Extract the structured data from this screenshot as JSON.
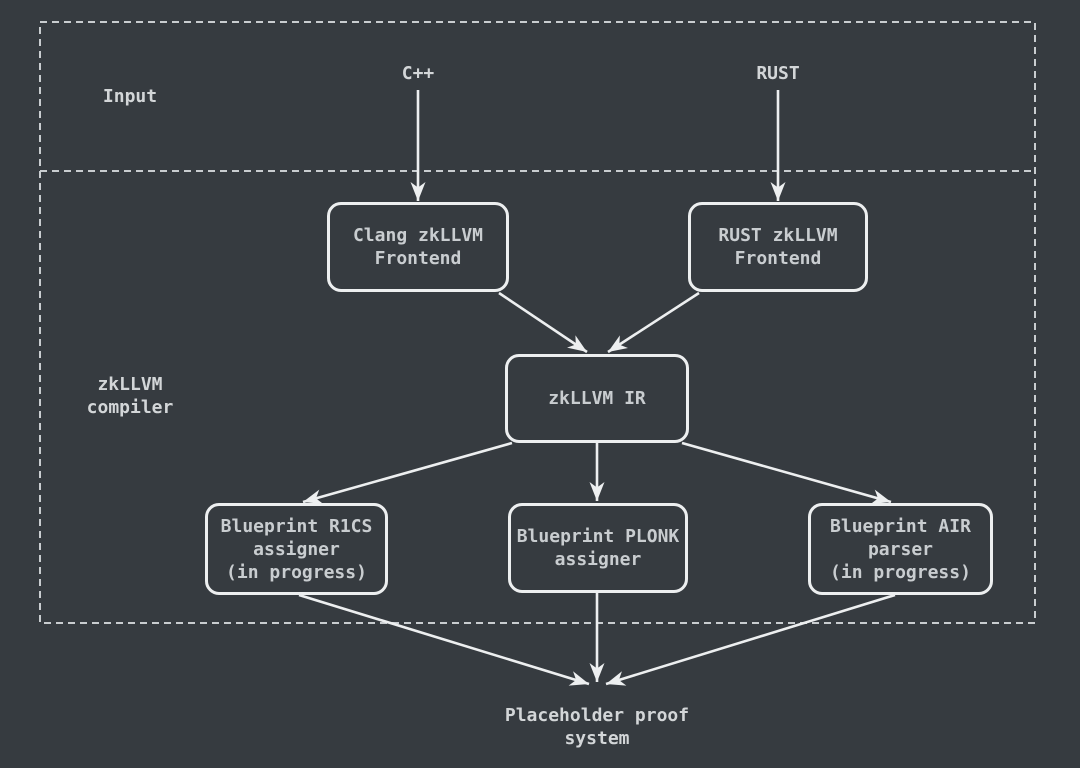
{
  "colors": {
    "background": "#363b40",
    "stroke": "#edeff0",
    "box_text": "#c9cdd0",
    "label_text": "#d3d6d8",
    "dashed_border": "#c9cdd0"
  },
  "regions": {
    "input": {
      "label": "Input"
    },
    "compiler": {
      "label": "zkLLVM\ncompiler"
    }
  },
  "nodes": {
    "cpp": {
      "label": "C++"
    },
    "rust": {
      "label": "RUST"
    },
    "clang_frontend": {
      "label": "Clang zkLLVM\nFrontend"
    },
    "rust_frontend": {
      "label": "RUST zkLLVM\nFrontend"
    },
    "zkllvm_ir": {
      "label": "zkLLVM IR"
    },
    "blueprint_r1cs": {
      "label": "Blueprint R1CS\nassigner\n(in progress)"
    },
    "blueprint_plonk": {
      "label": "Blueprint PLONK\nassigner"
    },
    "blueprint_air": {
      "label": "Blueprint AIR\nparser\n(in progress)"
    },
    "placeholder_proof": {
      "label": "Placeholder proof\nsystem"
    }
  },
  "edges": [
    {
      "from": "cpp",
      "to": "clang_frontend"
    },
    {
      "from": "rust",
      "to": "rust_frontend"
    },
    {
      "from": "clang_frontend",
      "to": "zkllvm_ir"
    },
    {
      "from": "rust_frontend",
      "to": "zkllvm_ir"
    },
    {
      "from": "zkllvm_ir",
      "to": "blueprint_r1cs"
    },
    {
      "from": "zkllvm_ir",
      "to": "blueprint_plonk"
    },
    {
      "from": "zkllvm_ir",
      "to": "blueprint_air"
    },
    {
      "from": "blueprint_r1cs",
      "to": "placeholder_proof"
    },
    {
      "from": "blueprint_plonk",
      "to": "placeholder_proof"
    },
    {
      "from": "blueprint_air",
      "to": "placeholder_proof"
    }
  ]
}
